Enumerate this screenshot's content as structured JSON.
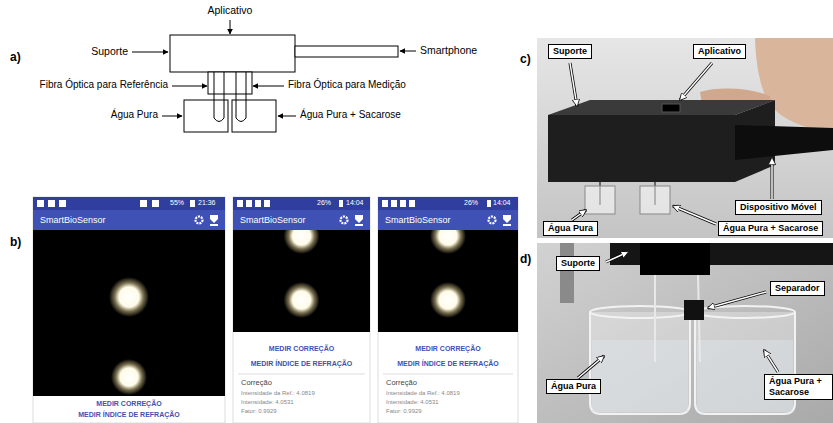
{
  "diagram": {
    "nodes": [
      {
        "text": [
          "SmartBioSensor"
        ]
      },
      {
        "text": [
          "SmartBioSensor"
        ]
      },
      {
        "text": [
          "SmartBioSensor"
        ]
      },
      {
        "text": [
          "Suporte"
        ]
      },
      {
        "text": [
          "Aplicativo"
        ]
      },
      {
        "text": [
          "Dispositivo Móvel"
        ]
      },
      {
        "text": [
          "Água Pura"
        ]
      },
      {
        "text": [
          "Água Pura + Sacarose"
        ]
      },
      {
        "text": [
          "Suporte"
        ]
      },
      {
        "text": [
          "Separador"
        ]
      },
      {
        "text": [
          "Água Pura"
        ]
      },
      {
        "text": [
          "Água Pura + Sacarose"
        ]
      }
    ],
    "labels": [
      "a)",
      "Aplicativo",
      "Suporte",
      "Smartphone",
      "Fibra Óptica para Referência",
      "Fibra Óptica para Medição",
      "Água Pura",
      "Água Pura + Sacarose",
      "b)",
      "55%",
      "21:36",
      "MEDIR CORREÇÃO",
      "MEDIR ÍNDICE DE REFRAÇÃO",
      "26%",
      "14:04",
      "MEDIR CORREÇÃO",
      "MEDIR ÍNDICE DE REFRAÇÃO",
      "Correção",
      "Intensidade da Ref.: 4.0819",
      "Intensidade: 4.0531",
      "Fator: 0.9929",
      "26%",
      "14:04",
      "MEDIR CORREÇÃO",
      "MEDIR ÍNDICE DE REFRAÇÃO",
      "Correção",
      "Intensidade da Ref.: 4.0819",
      "Intensidade: 4.0531",
      "Fator: 0.9929",
      "c)",
      "d)"
    ]
  }
}
